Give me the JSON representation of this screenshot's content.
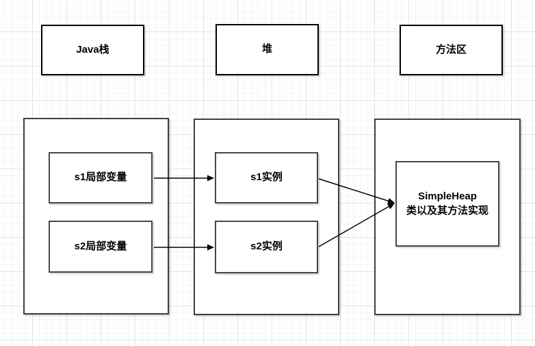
{
  "diagram": {
    "top_labels": [
      {
        "id": "java-stack",
        "label": "Java栈"
      },
      {
        "id": "heap",
        "label": "堆"
      },
      {
        "id": "method-area",
        "label": "方法区"
      }
    ],
    "stack_container": {
      "items": [
        {
          "label": "s1局部变量"
        },
        {
          "label": "s2局部变量"
        }
      ]
    },
    "heap_container": {
      "items": [
        {
          "label": "s1实例"
        },
        {
          "label": "s2实例"
        }
      ]
    },
    "method_area_container": {
      "class_box": {
        "line1": "SimpleHeap",
        "line2": "类以及其方法实现"
      }
    },
    "connections": [
      {
        "from": "s1局部变量",
        "to": "s1实例"
      },
      {
        "from": "s2局部变量",
        "to": "s2实例"
      },
      {
        "from": "s1实例",
        "to": "SimpleHeap类以及其方法实现"
      },
      {
        "from": "s2实例",
        "to": "SimpleHeap类以及其方法实现"
      }
    ],
    "colors": {
      "background": "#ffffff",
      "grid_minor": "#f4f4f4",
      "grid_major": "#e3e3e3",
      "label_box_border": "#000000",
      "container_border": "#3f3f3f",
      "inner_box_border": "#474747",
      "arrow": "#000000",
      "text": "#000000"
    }
  }
}
